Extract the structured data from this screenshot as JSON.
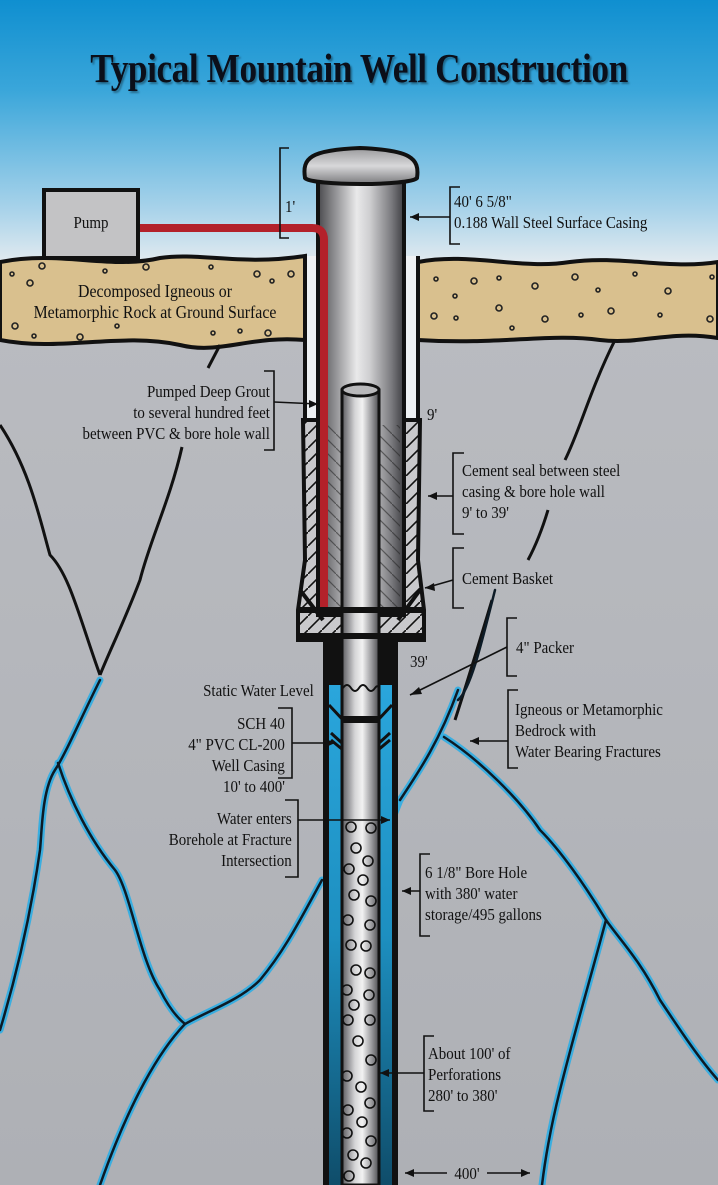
{
  "title": "Typical Mountain Well Construction",
  "colors": {
    "sky_top": "#0f8fd0",
    "ground_band": "#d9c08e",
    "bedrock": "#aeb0b5",
    "water": "#2ea3d6",
    "grout_line": "#b3212a",
    "steel": "#c8c8ca"
  },
  "pump": {
    "label": "Pump"
  },
  "ground_surface": {
    "lines": [
      "Decomposed Igneous or",
      "Metamorphic Rock at Ground Surface"
    ]
  },
  "dimensions": {
    "cap_height": "1'",
    "cement_top": "9'",
    "casing_bottom": "39'",
    "fracture_spacing": "400'"
  },
  "callouts": {
    "surface_casing": [
      "40' 6 5/8\"",
      "0.188 Wall Steel Surface Casing"
    ],
    "grout": [
      "Pumped Deep Grout",
      "to several hundred feet",
      "between PVC & bore hole wall"
    ],
    "cement_seal": [
      "Cement seal between steel",
      "casing & bore hole wall",
      "9' to 39'"
    ],
    "cement_basket": [
      "Cement Basket"
    ],
    "packer": [
      "4\" Packer"
    ],
    "static_water": [
      "Static Water Level"
    ],
    "bedrock": [
      "Igneous or Metamorphic",
      "Bedrock with",
      "Water Bearing Fractures"
    ],
    "pvc_casing": [
      "SCH 40",
      "4\" PVC CL-200",
      "Well Casing",
      "10' to 400'"
    ],
    "water_enters": [
      "Water enters",
      "Borehole at Fracture",
      "Intersection"
    ],
    "bore_hole": [
      "6 1/8\" Bore Hole",
      "with 380' water",
      "storage/495 gallons"
    ],
    "perforations": [
      "About 100' of",
      "Perforations",
      "280' to 380'"
    ]
  }
}
